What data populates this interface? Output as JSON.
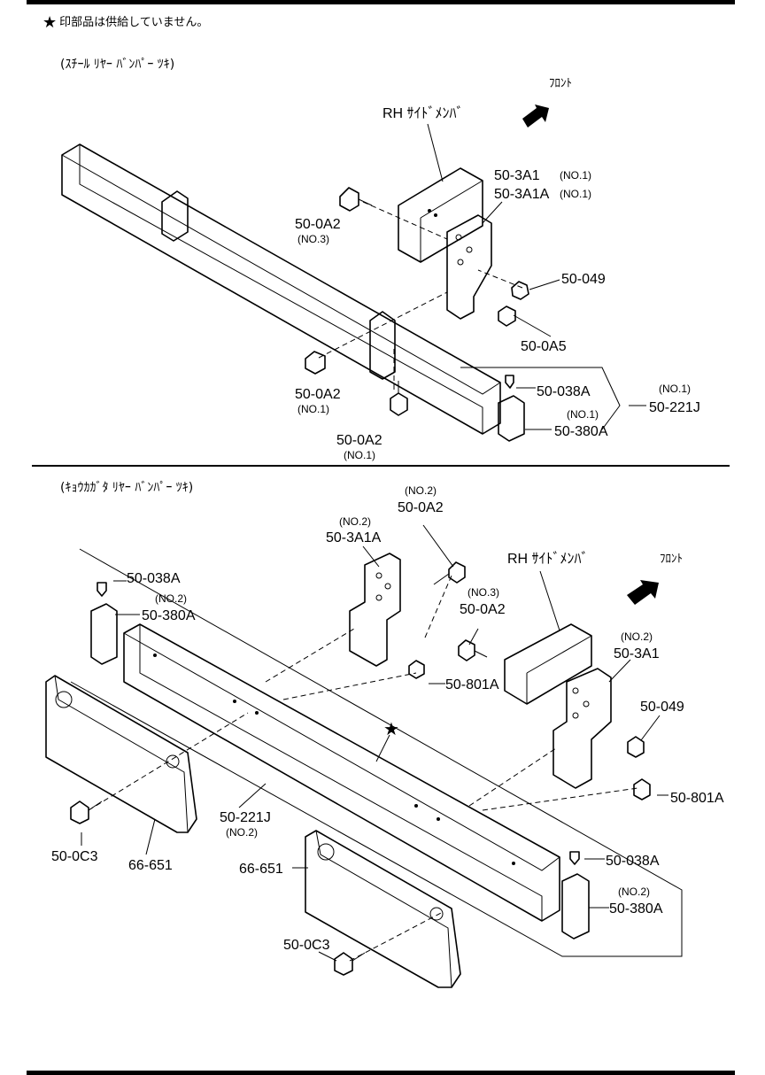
{
  "note": {
    "star": "★",
    "text": "印部品は供給していません。"
  },
  "sections": {
    "top": {
      "title": "(ｽﾁｰﾙ ﾘﾔｰ ﾊﾞﾝﾊﾟｰ ﾂｷ)"
    },
    "bottom": {
      "title": "(ｷｮｳｶｶﾞﾀ ﾘﾔｰ ﾊﾞﾝﾊﾟｰ ﾂｷ)"
    }
  },
  "top_labels": {
    "front": "ﾌﾛﾝﾄ",
    "rh_side_member": "RH ｻｲﾄﾞﾒﾝﾊﾞ",
    "p_503a1": "50-3A1",
    "p_503a1_note": "(NO.1)",
    "p_503a1a": "50-3A1A",
    "p_503a1a_note": "(NO.1)",
    "p_500a2_a": "50-0A2",
    "p_500a2_a_note": "(NO.3)",
    "p_50049": "50-049",
    "p_500a5": "50-0A5",
    "p_500a2_b": "50-0A2",
    "p_500a2_b_note": "(NO.1)",
    "p_500a2_c": "50-0A2",
    "p_500a2_c_note": "(NO.1)",
    "p_50038a": "50-038A",
    "p_50380a_note": "(NO.1)",
    "p_50380a": "50-380A",
    "p_50221j_note": "(NO.1)",
    "p_50221j": "50-221J"
  },
  "bottom_labels": {
    "front": "ﾌﾛﾝﾄ",
    "rh_side_member": "RH ｻｲﾄﾞﾒﾝﾊﾞ",
    "p_500a2_top_note": "(NO.2)",
    "p_500a2_top": "50-0A2",
    "p_503a1a_note": "(NO.2)",
    "p_503a1a": "50-3A1A",
    "p_50038a_left": "50-038A",
    "p_50380a_left_note": "(NO.2)",
    "p_50380a_left": "50-380A",
    "p_500a2_mid_note": "(NO.3)",
    "p_500a2_mid": "50-0A2",
    "p_503a1_note": "(NO.2)",
    "p_503a1": "50-3A1",
    "p_50801a_left": "50-801A",
    "p_50049": "50-049",
    "star": "★",
    "p_50801a_right": "50-801A",
    "p_50221j": "50-221J",
    "p_50221j_note": "(NO.2)",
    "p_500c3_left": "50-0C3",
    "p_66651_left": "66-651",
    "p_66651_right": "66-651",
    "p_50038a_right": "50-038A",
    "p_50380a_right_note": "(NO.2)",
    "p_50380a_right": "50-380A",
    "p_500c3_right": "50-0C3"
  }
}
